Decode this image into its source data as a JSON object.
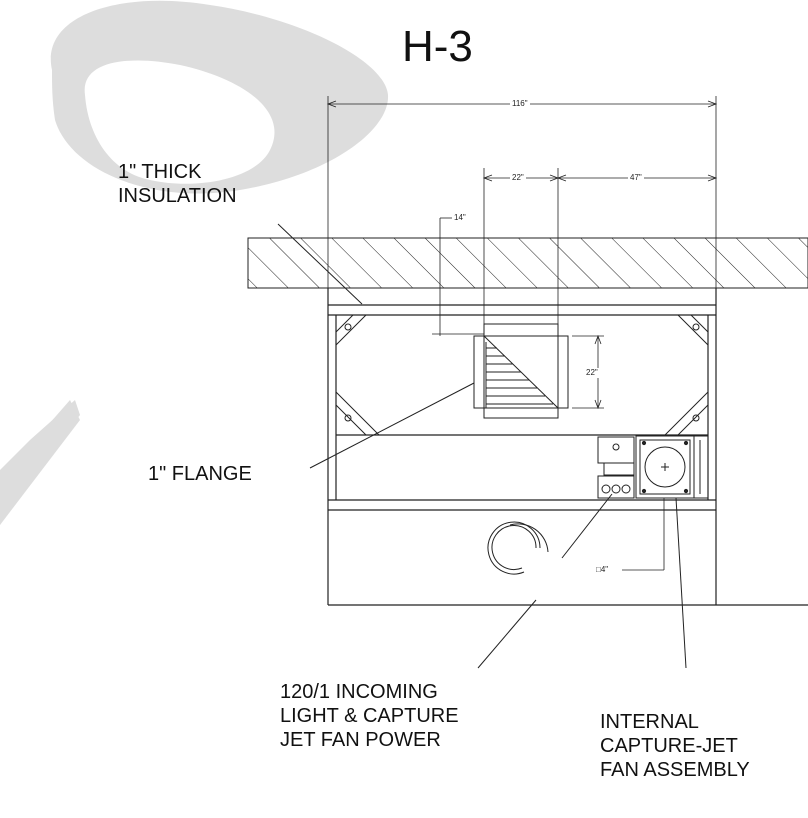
{
  "title": "H-3",
  "dimensions": {
    "overall_width": "116\"",
    "dim_22_top": "22\"",
    "dim_47": "47\"",
    "dim_14": "14\"",
    "dim_22_side": "22\"",
    "dim_4": "□4\""
  },
  "labels": {
    "insulation": "1\" THICK\nINSULATION",
    "flange": "1\" FLANGE",
    "power": "120/1 INCOMING\nLIGHT & CAPTURE\nJET FAN POWER",
    "fan": "INTERNAL\nCAPTURE-JET\nFAN ASSEMBLY"
  },
  "watermark": "OI",
  "colors": {
    "line": "#222222",
    "watermark": "#dddddd",
    "text": "#111111"
  }
}
